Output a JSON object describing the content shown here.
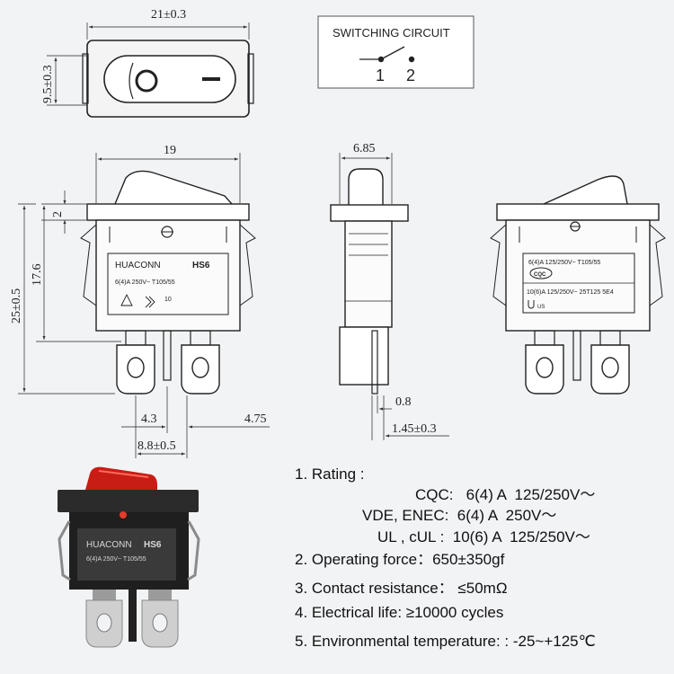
{
  "dimensions": {
    "top_width": "21±0.3",
    "top_height": "9.5±0.3",
    "front_width": "19",
    "front_2": "2",
    "front_17_6": "17.6",
    "front_25": "25±0.5",
    "pin_4_3": "4.3",
    "pin_4_75": "4.75",
    "pin_8_8": "8.8±0.5",
    "side_6_85": "6.85",
    "side_0_8": "0.8",
    "side_1_45": "1.45±0.3"
  },
  "circuit": {
    "title": "SWITCHING CIRCUIT",
    "pin1": "1",
    "pin2": "2"
  },
  "front_label": {
    "brand": "HUACONN",
    "model": "HS6",
    "rating": "6(4)A 250V~ T105/55",
    "cert_mark": "10"
  },
  "back_label": {
    "line1": "6(4)A 125/250V~ T105/55",
    "cqc_mark": "CQC",
    "line2": "10(6)A 125/250V~ 25T125 5E4",
    "ul_mark": "US"
  },
  "photo_label": {
    "brand": "HUACONN",
    "model": "HS6",
    "rating": "6(4)A 250V~ T105/55"
  },
  "specs": {
    "rating_title": "1. Rating :",
    "cqc_line": "CQC:   6(4) A  125/250V〜",
    "vde_line": "VDE, ENEC:  6(4) A  250V〜",
    "ul_line": "UL , cUL :  10(6) A  125/250V〜",
    "force": "2. Operating force：650±350gf",
    "contact": "3. Contact resistance： ≤50mΩ",
    "life": "4. Electrical life: ≥10000 cycles",
    "env": "5. Environmental temperature: : -25~+125℃"
  }
}
